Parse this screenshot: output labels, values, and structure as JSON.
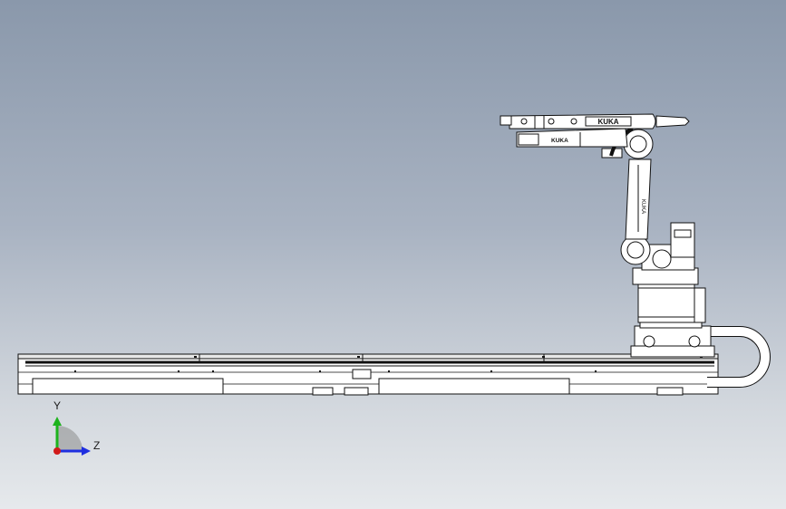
{
  "model": {
    "robot_brand": "KUKA",
    "arm_label_1": "KUKA",
    "arm_label_2": "KUKA",
    "arm_label_3": "KUKA"
  },
  "triad": {
    "y_label": "Y",
    "z_label": "Z"
  },
  "colors": {
    "background_top": "#8a98ab",
    "background_bottom": "#e6e9ec",
    "axis_y": "#1db31d",
    "axis_z": "#1f2fe0",
    "axis_x_origin": "#d11a1a",
    "line": "#111111",
    "part_fill": "#ffffff"
  }
}
